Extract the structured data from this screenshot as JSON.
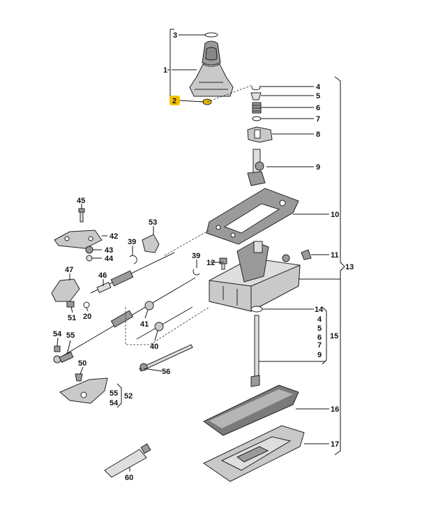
{
  "callouts": {
    "c1": "1",
    "c2": "2",
    "c3": "3",
    "c4": "4",
    "c5": "5",
    "c6": "6",
    "c7": "7",
    "c8": "8",
    "c9": "9",
    "c10": "10",
    "c11": "11",
    "c12": "12",
    "c13": "13",
    "c14": "14",
    "c4b": "4",
    "c5b": "5",
    "c6b": "6",
    "c7b": "7",
    "c9b": "9",
    "c15": "15",
    "c16": "16",
    "c17": "17",
    "c20": "20",
    "c39a": "39",
    "c39b": "39",
    "c40": "40",
    "c41": "41",
    "c42": "42",
    "c43": "43",
    "c44": "44",
    "c45": "45",
    "c46": "46",
    "c47": "47",
    "c50": "50",
    "c51": "51",
    "c52": "52",
    "c53": "53",
    "c54a": "54",
    "c54b": "54",
    "c55a": "55",
    "c55b": "55",
    "c56": "56",
    "c60": "60"
  },
  "highlight": {
    "part": "2",
    "color": "#f2c200"
  }
}
